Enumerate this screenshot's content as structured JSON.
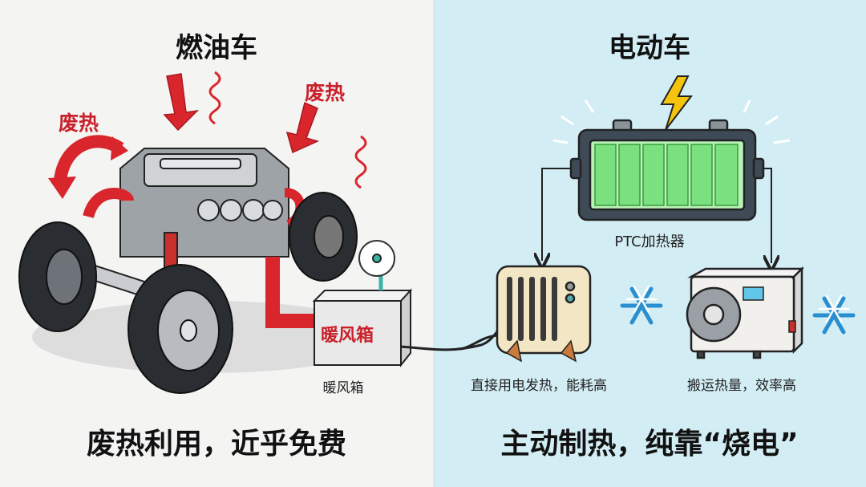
{
  "colors": {
    "left_bg": "#f4f4f3",
    "right_bg": "#d3edf5",
    "accent_red": "#c9202a",
    "battery_green": "#7be07e"
  },
  "left": {
    "title": "燃油车",
    "waste_heat_label_1": "废热",
    "waste_heat_label_2": "废热",
    "heater_box_text": "暖风箱",
    "heater_box_caption": "暖风箱",
    "summary": "废热利用，近乎免费"
  },
  "right": {
    "title": "电动车",
    "ptc_label": "PTC加热器",
    "ptc_caption": "直接用电发热，能耗高",
    "heatpump_caption": "搬运热量，效率高",
    "summary": "主动制热，纯靠“烧电”"
  }
}
